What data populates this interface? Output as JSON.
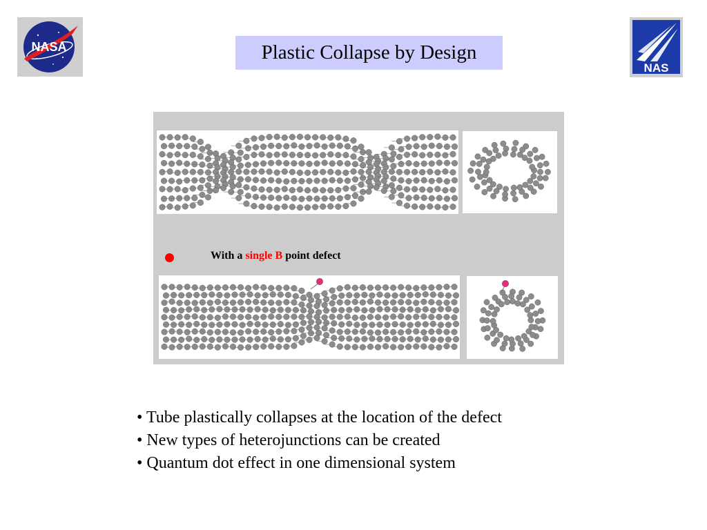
{
  "slide": {
    "title": "Plastic Collapse by Design",
    "logos": {
      "left": {
        "text": "NASA",
        "icon": "nasa-meatball-logo"
      },
      "right": {
        "text": "NAS",
        "icon": "nas-logo"
      }
    },
    "figure": {
      "caption_prefix": "With a",
      "caption_highlight": "single B",
      "caption_suffix": "point defect",
      "marker_icon": "red-dot-bullet",
      "panels": [
        {
          "name": "collapsed-tube-side-view"
        },
        {
          "name": "collapsed-tube-end-view"
        },
        {
          "name": "defect-tube-side-view"
        },
        {
          "name": "defect-tube-end-view"
        }
      ]
    },
    "bullets": [
      "• Tube plastically collapses at the location of the defect",
      "• New types of heterojunctions can be created",
      "• Quantum dot effect in one dimensional system"
    ],
    "colors": {
      "title_bg": "#ccccff",
      "figure_bg": "#cccccc",
      "highlight": "#ff0000",
      "atom": "#8c8c8c",
      "boron_atom": "#e0307a"
    }
  }
}
